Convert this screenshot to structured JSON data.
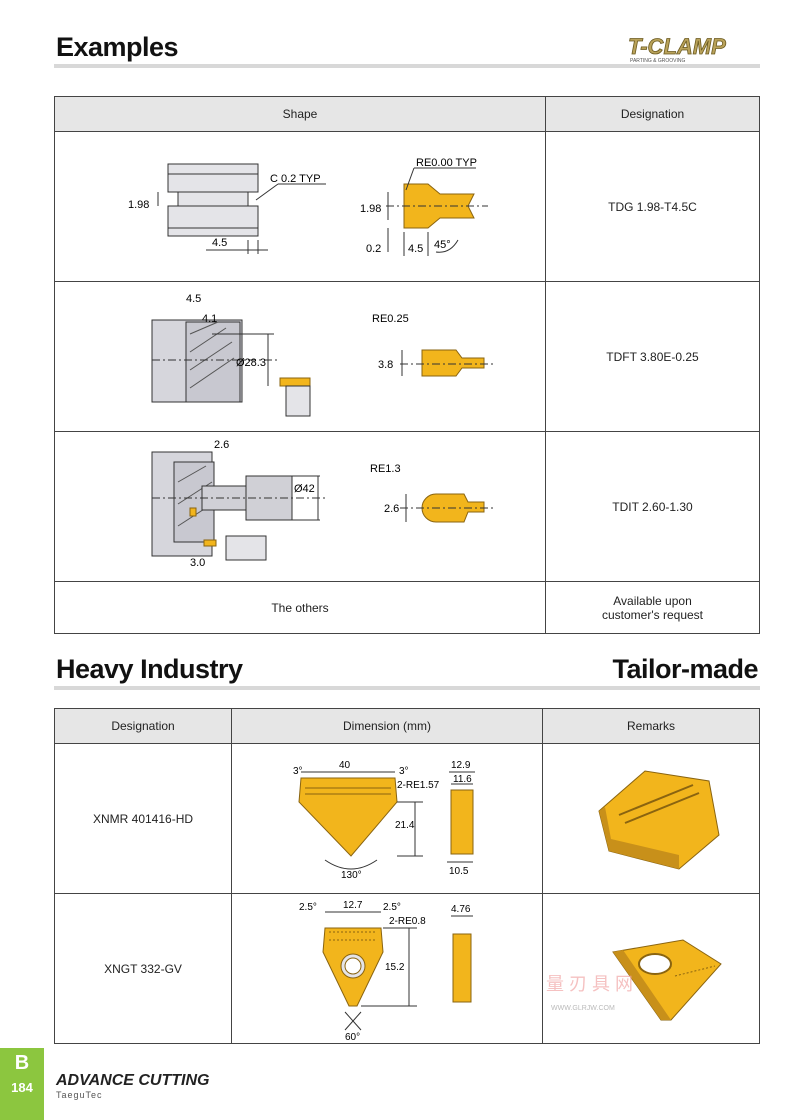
{
  "header": {
    "title": "Examples",
    "logo_text": "T-CLAMP",
    "logo_sub": "PARTING & GROOVING"
  },
  "examples": {
    "col_shape": "Shape",
    "col_designation": "Designation",
    "rows": [
      {
        "designation": "TDG 1.98-T4.5C",
        "labels": {
          "a": "1.98",
          "b": "C 0.2 TYP",
          "c": "4.5",
          "d": "RE0.00 TYP",
          "e": "1.98",
          "f": "0.2",
          "g": "4.5",
          "h": "45°"
        }
      },
      {
        "designation": "TDFT 3.80E-0.25",
        "labels": {
          "a": "4.5",
          "b": "4.1",
          "c": "Ø28.3",
          "d": "RE0.25",
          "e": "3.8"
        }
      },
      {
        "designation": "TDIT 2.60-1.30",
        "labels": {
          "a": "2.6",
          "b": "Ø42",
          "c": "3.0",
          "d": "RE1.3",
          "e": "2.6"
        }
      }
    ],
    "others": {
      "shape": "The others",
      "designation_line1": "Available upon",
      "designation_line2": "customer's request"
    }
  },
  "section2": {
    "left_title": "Heavy Industry",
    "right_title": "Tailor-made"
  },
  "heavy": {
    "col_designation": "Designation",
    "col_dimension": "Dimension (mm)",
    "col_remarks": "Remarks",
    "rows": [
      {
        "designation": "XNMR 401416-HD",
        "labels": {
          "a": "3°",
          "b": "40",
          "c": "3°",
          "d": "2-RE1.57",
          "e": "21.4",
          "f": "130°",
          "g": "12.9",
          "h": "11.6",
          "i": "10.5"
        }
      },
      {
        "designation": "XNGT 332-GV",
        "labels": {
          "a": "2.5°",
          "b": "12.7",
          "c": "2.5°",
          "d": "2-RE0.8",
          "e": "15.2",
          "f": "60°",
          "g": "4.76"
        }
      }
    ]
  },
  "watermark": {
    "chars": "工 量 刃 具 网",
    "url": "WWW.GLRJW.COM"
  },
  "footer": {
    "tab_letter": "B",
    "page": "184",
    "brand": "ADVANCE CUTTING",
    "brand_sub": "TaeguTec"
  },
  "colors": {
    "insert": "#f2b51c",
    "insert_dark": "#c8901a",
    "grey_part": "#d0d0d6",
    "tab": "#8cc63f"
  }
}
